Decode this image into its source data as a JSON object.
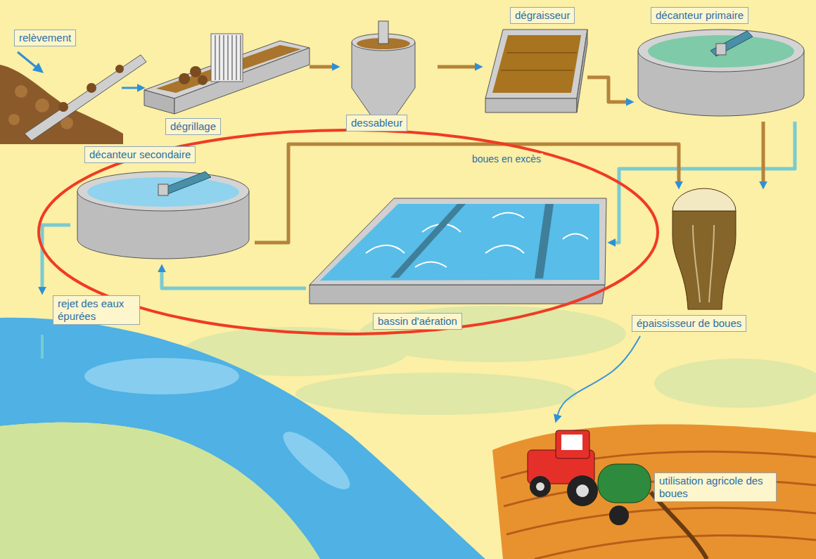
{
  "diagram": {
    "nodes": [
      {
        "text": [
          "relèvement"
        ]
      },
      {
        "text": [
          "dégrillage"
        ]
      },
      {
        "text": [
          "dessableur"
        ]
      },
      {
        "text": [
          "dégraisseur"
        ]
      },
      {
        "text": [
          "décanteur primaire"
        ]
      },
      {
        "text": [
          "décanteur secondaire"
        ]
      },
      {
        "text": [
          "bassin d'aération"
        ]
      },
      {
        "text": [
          "épaississeur de boues"
        ]
      },
      {
        "text": [
          "rejet des eaux épurées"
        ]
      },
      {
        "text": [
          "utilisation agricole des boues"
        ]
      }
    ],
    "edges": [
      {
        "from": 0,
        "to": 1,
        "arrow": "to"
      },
      {
        "from": 1,
        "to": 2,
        "arrow": "to"
      },
      {
        "from": 2,
        "to": 3,
        "arrow": "to"
      },
      {
        "from": 3,
        "to": 4,
        "arrow": "to"
      },
      {
        "from": 4,
        "to": 6,
        "arrow": "to"
      },
      {
        "from": 4,
        "to": 7,
        "arrow": "to"
      },
      {
        "from": 6,
        "to": 5,
        "arrow": "to"
      },
      {
        "from": 5,
        "to": 7,
        "label": "boues en excès",
        "arrow": "to"
      },
      {
        "from": 5,
        "to": 8,
        "arrow": "to"
      },
      {
        "from": 7,
        "to": 9,
        "arrow": "to"
      }
    ]
  }
}
